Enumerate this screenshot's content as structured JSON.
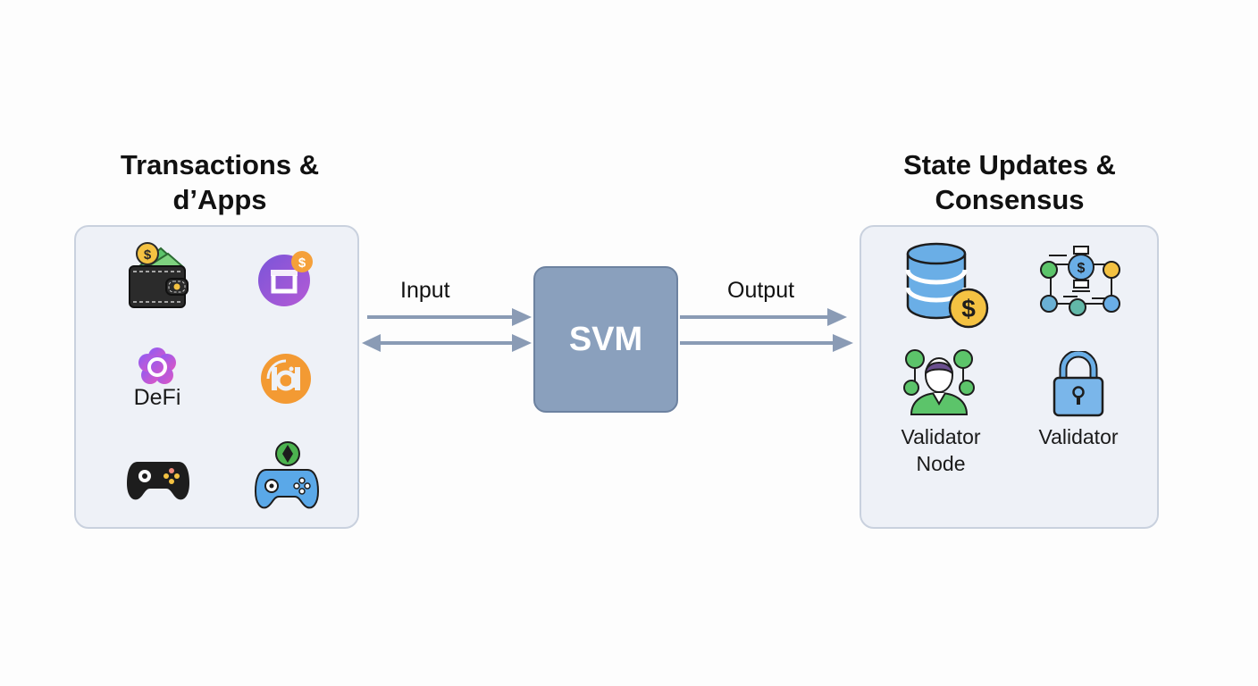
{
  "left": {
    "title_line1": "Transactions &",
    "title_line2": "d’Apps",
    "items": [
      {
        "icon": "wallet-icon",
        "label": ""
      },
      {
        "icon": "marketplace-icon",
        "label": ""
      },
      {
        "icon": "defi-icon",
        "label": "DeFi"
      },
      {
        "icon": "ai-app-icon",
        "label": ""
      },
      {
        "icon": "game-controller-icon",
        "label": ""
      },
      {
        "icon": "web3-game-controller-icon",
        "label": ""
      }
    ]
  },
  "center": {
    "input_label": "Input",
    "output_label": "Output",
    "processor_label": "SVM"
  },
  "right": {
    "title_line1": "State Updates &",
    "title_line2": "Consensus",
    "items": [
      {
        "icon": "database-coin-icon",
        "label": ""
      },
      {
        "icon": "payment-network-icon",
        "label": ""
      },
      {
        "icon": "validator-node-icon",
        "label_line1": "Validator",
        "label_line2": "Node"
      },
      {
        "icon": "lock-icon",
        "label": "Validator"
      }
    ]
  },
  "colors": {
    "panel_bg": "#eef1f7",
    "panel_border": "#c9d1de",
    "svm_box": "#8aa0bd",
    "arrow": "#8a9bb5"
  }
}
